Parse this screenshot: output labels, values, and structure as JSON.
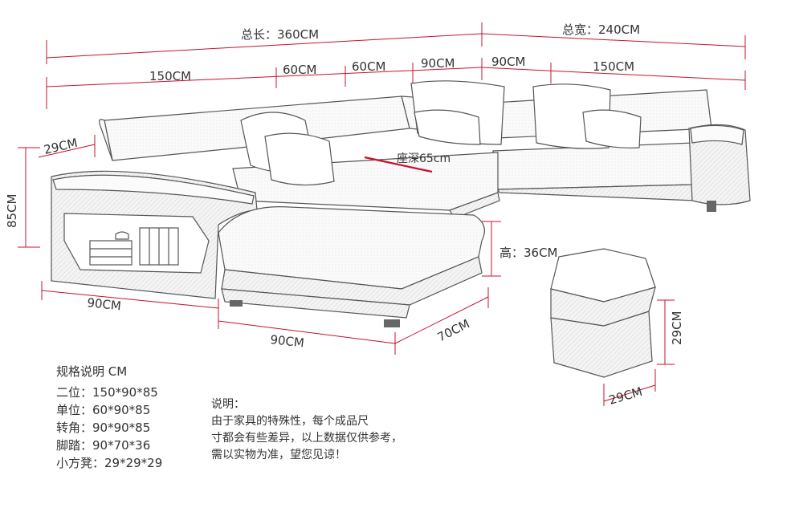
{
  "colors": {
    "dimension_line": "#c8102e",
    "sketch": "#555555",
    "text": "#333333"
  },
  "dimensions": {
    "total_length": "总长：360CM",
    "total_width": "总宽：240CM",
    "segments": [
      "150CM",
      "60CM",
      "60CM",
      "90CM",
      "90CM",
      "150CM"
    ],
    "back_height": "85CM",
    "arm_width": "29CM",
    "seat_depth": "座深65cm",
    "ottoman_height": "高：36CM",
    "chaise_side": "90CM",
    "chaise_front": "90CM",
    "chaise_depth": "70CM",
    "stool_height": "29CM",
    "stool_width": "29CM"
  },
  "specs": {
    "title": "规格说明 CM",
    "items": [
      "二位：150*90*85",
      "单位：60*90*85",
      "转角：90*90*85",
      "脚踏：90*70*36",
      "小方凳：29*29*29"
    ]
  },
  "note": {
    "title": "说明：",
    "lines": [
      "由于家具的特殊性，每个成品尺",
      "寸都会有些差异，以上数据仅供参考，",
      "需以实物为准，望您见谅！"
    ]
  }
}
